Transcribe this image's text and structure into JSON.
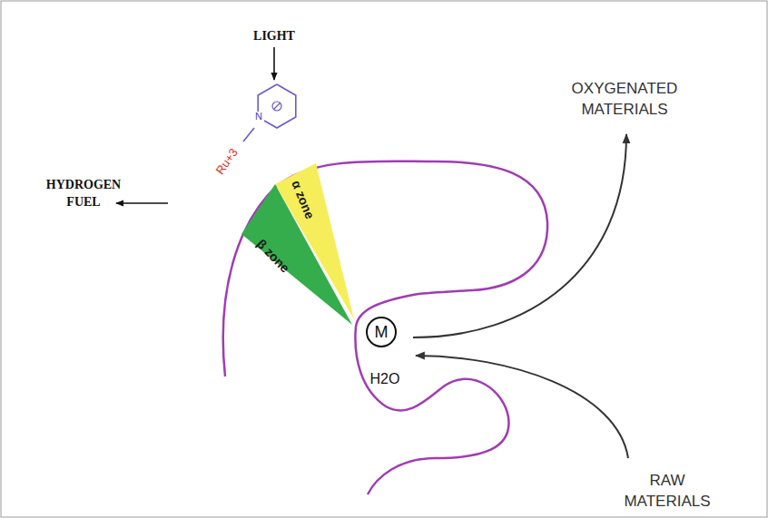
{
  "diagram": {
    "nodes": [
      {
        "text": [
          "α zone"
        ]
      },
      {
        "text": [
          "β zone"
        ]
      },
      {
        "text": [
          "M"
        ]
      }
    ],
    "labels": [
      "LIGHT",
      "HYDROGEN FUEL",
      "Ru+3",
      "N",
      "H2O",
      "OXYGENATED MATERIALS",
      "RAW MATERIALS"
    ]
  }
}
